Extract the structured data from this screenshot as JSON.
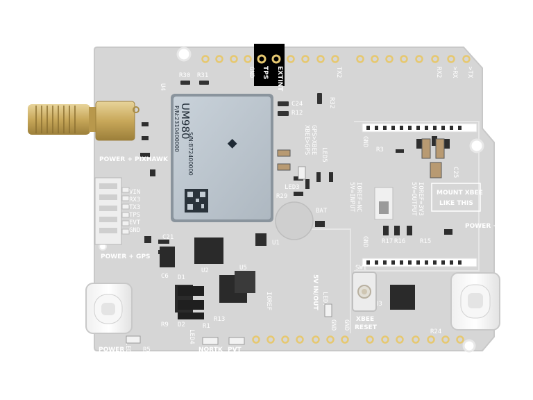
{
  "highlight": {
    "labels": [
      "TPS",
      "EXTINT"
    ],
    "color": "#000000"
  },
  "header_labels": {
    "gnd_top": "GND",
    "tx2": "TX2",
    "rx2": "RX2",
    "rx": ">RX",
    "tx": ">TX",
    "r30": "R30",
    "r31": "R31"
  },
  "module": {
    "name": "UM980",
    "pn": "P/N:2310400000",
    "sn": "S/N:B72400000"
  },
  "side_labels": {
    "power_pixhawk": "POWER + PIXHAWK",
    "pins": [
      "VIN",
      "RX3",
      "TX3",
      "TPS",
      "EVT",
      "GND"
    ],
    "power_gps": "POWER + GPS",
    "power_xbee": "POWER + XBEE",
    "mount_xbee_1": "MOUNT XBEE",
    "mount_xbee_2": "LIKE THIS"
  },
  "misc_labels": {
    "c24": "C24",
    "r12": "R12",
    "r32": "R32",
    "gps_xbee": "GPS>XBEE",
    "xbee_gps": "XBEE>GPS",
    "led5": "LED5",
    "led3": "LED3",
    "r29": "R29",
    "bat": "BAT",
    "ioref_a": "IOREF=3V3",
    "ioref_b": "5V=OUTPUT",
    "ioref_c": "IOREF=NC",
    "ioref_d": "5V=INPUT",
    "u2": "U2",
    "u5": "U5",
    "u1": "U1",
    "d1": "D1",
    "d2": "D2",
    "r9": "R9",
    "r5": "R5",
    "led2": "LED2",
    "led4": "LED4",
    "led1": "LED1",
    "nortk": "NORTK",
    "pvt": "PVT",
    "power": "POWER",
    "ioref": "IOREF",
    "v5_in_out": "5V IN/OUT",
    "led7": "LED7",
    "gnd_bottom": "GND",
    "gnd_bottom2": "GND",
    "sw1": "SW1",
    "xbee_reset_1": "XBEE",
    "xbee_reset_2": "RESET",
    "r24": "R24",
    "r15": "R15",
    "r16": "R16",
    "r17": "R17",
    "c21": "C21",
    "c6": "C6",
    "r13": "R13",
    "u3": "U3",
    "gnd_mid": "GND",
    "gnd_mid2": "GND",
    "r3": "R3",
    "c25": "C25",
    "u4": "U4",
    "r1": "R1"
  },
  "colors": {
    "board": "#d6d6d6",
    "board_edge": "#c4c4c4",
    "silkscreen": "#ffffff",
    "gold": "#c8a85a",
    "module_shield": "#b9c3cc"
  }
}
